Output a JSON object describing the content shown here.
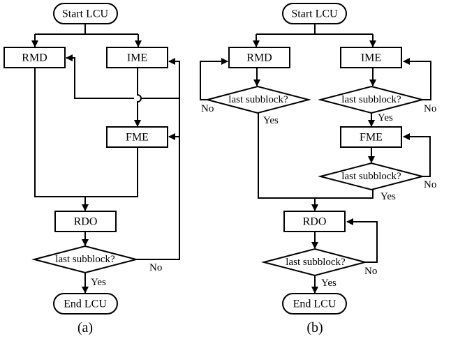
{
  "figure": {
    "a": {
      "caption": "(a)",
      "start": "Start LCU",
      "rmd": "RMD",
      "ime": "IME",
      "fme": "FME",
      "rdo": "RDO",
      "decision": "last subblock?",
      "yes": "Yes",
      "no": "No",
      "end": "End LCU"
    },
    "b": {
      "caption": "(b)",
      "start": "Start LCU",
      "rmd": "RMD",
      "ime": "IME",
      "fme": "FME",
      "rdo": "RDO",
      "rmd_decision": "last subblock?",
      "ime_decision": "last subblock?",
      "fme_decision": "last subblock?",
      "rdo_decision": "last subblock?",
      "rmd_yes": "Yes",
      "rmd_no": "No",
      "ime_yes": "Yes",
      "ime_no": "No",
      "fme_yes": "Yes",
      "fme_no": "No",
      "rdo_yes": "Yes",
      "rdo_no": "No",
      "end": "End LCU"
    }
  }
}
